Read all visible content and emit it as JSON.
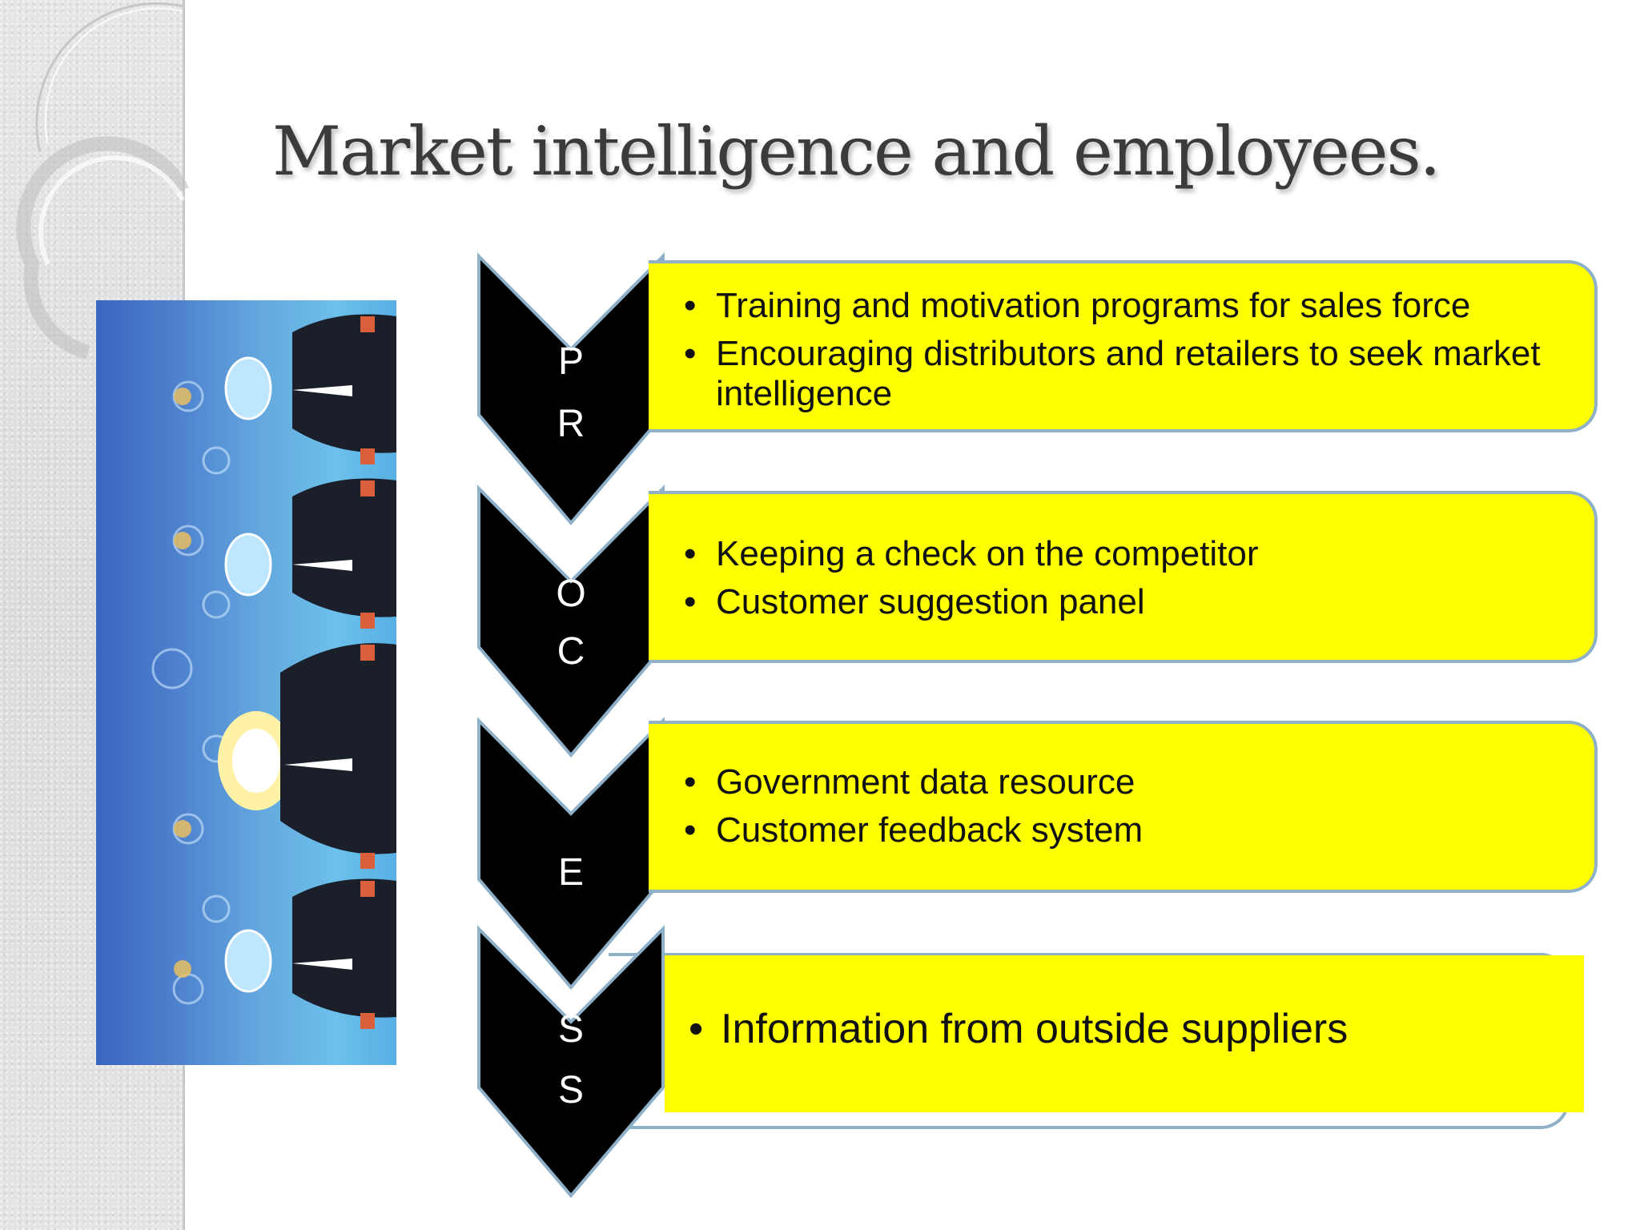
{
  "title": "Market intelligence and employees.",
  "illustration": {
    "alt": "bulb-heads-illustration"
  },
  "bullet_glyph": "•",
  "rows": [
    {
      "letters": [
        "P",
        "R"
      ],
      "bullets": [
        "Training and motivation programs for sales force",
        "Encouraging distributors and retailers to seek market intelligence"
      ]
    },
    {
      "letters": [
        "O",
        "C"
      ],
      "bullets": [
        "Keeping a check on the competitor",
        "Customer suggestion panel"
      ]
    },
    {
      "letters": [
        "E"
      ],
      "bullets": [
        "Government data resource",
        "Customer feedback system"
      ]
    },
    {
      "letters": [
        "S",
        "S"
      ],
      "bullets": [
        "Information from outside suppliers"
      ]
    }
  ],
  "colors": {
    "box_fill": "#ffff00",
    "box_border": "#8eb0c9",
    "arrow_fill": "#000000",
    "title_text": "#3b3b3b"
  }
}
